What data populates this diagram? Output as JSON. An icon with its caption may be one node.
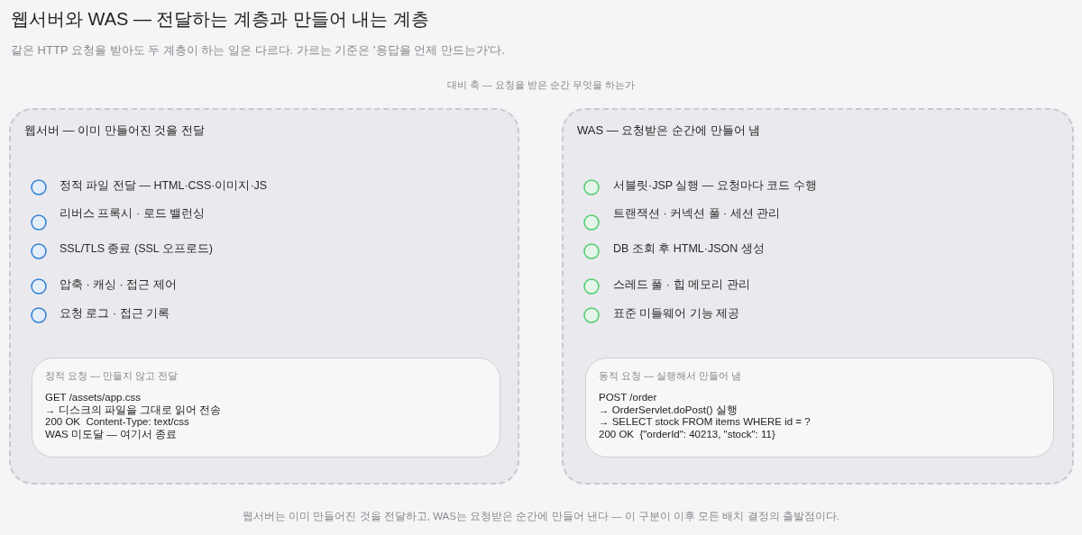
{
  "diagram": {
    "title": "웹서버와 WAS — 전달하는 계층과 만들어 내는 계층",
    "caption": "웹서버는 이미 만들어진 것을 전달하고, WAS는 요청받은 순간에 만들어 낸다 — 이 구분이 이후 모든 배치 결정의 출발점이다.",
    "nodes": [
      {
        "text": [
          "웹서버 — 이미 만들어진 것을 전달",
          "정적 파일 전달 — HTML·CSS·이미지·JS",
          "리버스 프록시 · 로드 밸런싱",
          "SSL/TLS 종료 (SSL 오프로드)",
          "압축 · 캐싱 · 접근 제어",
          "요청 로그 · 접근 기록"
        ]
      },
      {
        "text": [
          "정적 요청 — 만들지 않고 전달",
          "GET /assets/app.css",
          "→ 디스크의 파일을 그대로 읽어 전송",
          "200 OK  Content-Type: text/css",
          "WAS 미도달 — 여기서 종료"
        ],
        "in": 0
      },
      {
        "text": [
          "WAS — 요청받은 순간에 만들어 냄",
          "서블릿·JSP 실행 — 요청마다 코드 수행",
          "트랜잭션 · 커넥션 풀 · 세션 관리",
          "DB 조회 후 HTML·JSON 생성",
          "스레드 풀 · 힙 메모리 관리",
          "표준 미들웨어 기능 제공"
        ]
      },
      {
        "text": [
          "동적 요청 — 실행해서 만들어 냄",
          "POST /order",
          "→ OrderServlet.doPost() 실행",
          "→ SELECT stock FROM items WHERE id = ?",
          "200 OK  {\"orderId\": 40213, \"stock\": 11}"
        ],
        "in": 2
      }
    ],
    "labels": [
      "같은 HTTP 요청을 받아도 두 계층이 하는 일은 다르다. 가르는 기준은 '응답을 언제 만드는가'다.",
      "대비 축 — 요청을 받은 순간 무엇을 하는가"
    ]
  }
}
